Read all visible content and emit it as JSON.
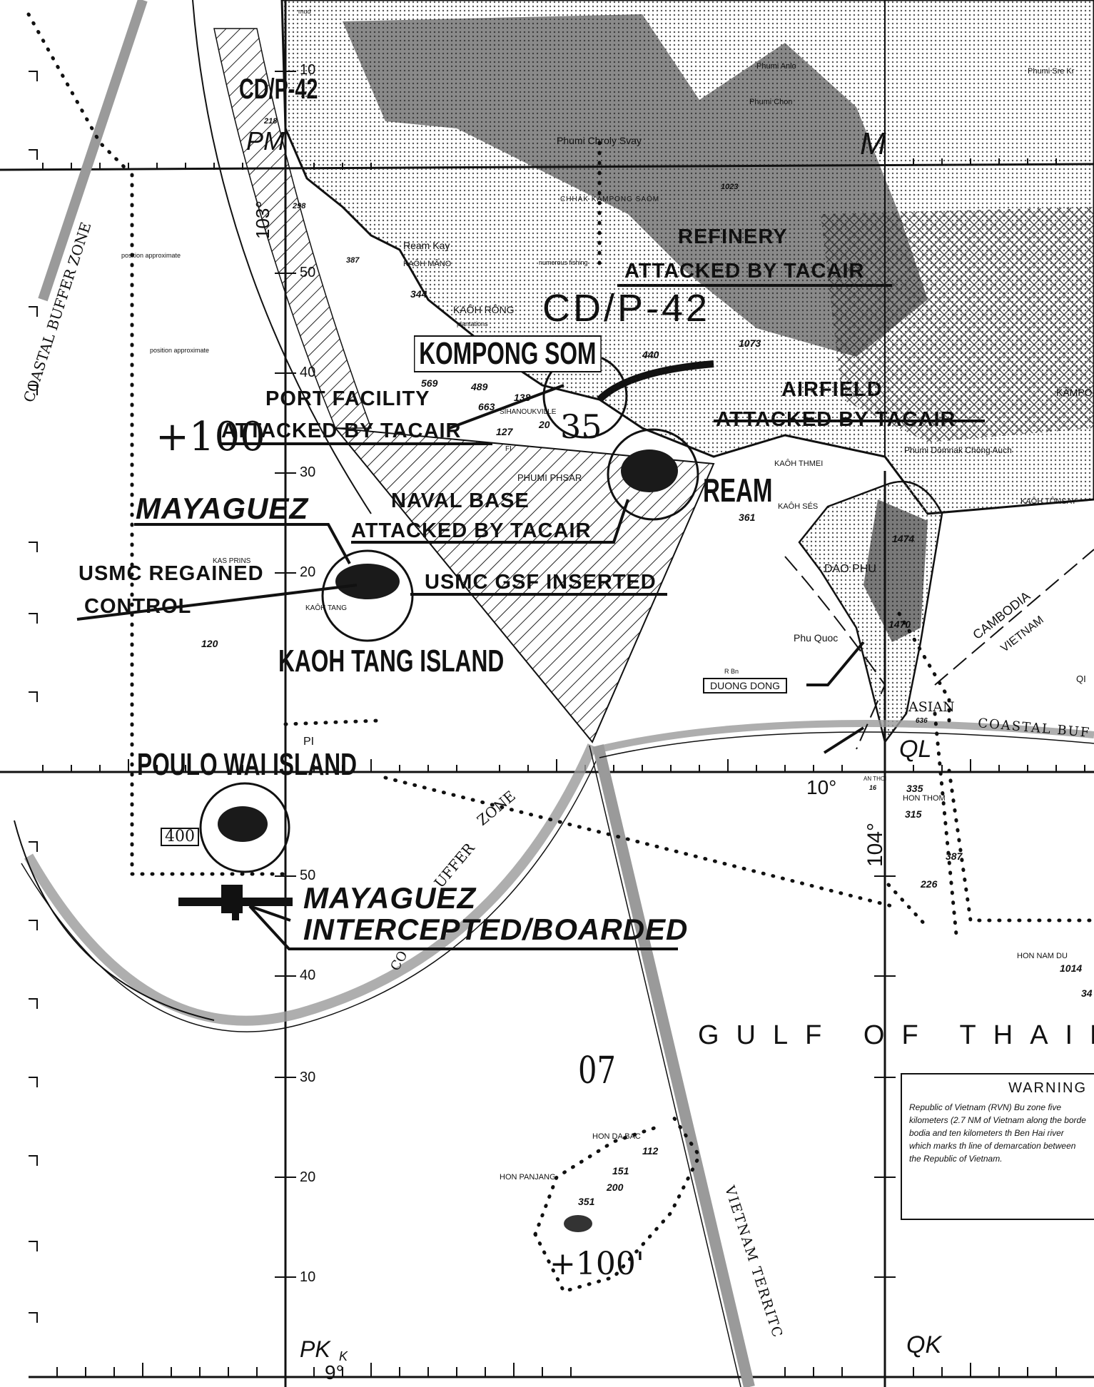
{
  "labels": {
    "cdp42_top": "CD/P-42",
    "cdp42_mid": "CD/P-42",
    "refinery": "REFINERY",
    "refinery_attacked": "ATTACKED BY TACAIR",
    "kompong_som": "KOMPONG SOM",
    "port_facility": "PORT FACILITY",
    "port_attacked": "ATTACKED  BY TACAIR",
    "airfield": "AIRFIELD",
    "airfield_attacked": "ATTACKED BY TACAIR",
    "naval_base": "NAVAL BASE",
    "naval_attacked": "ATTACKED BY TACAIR",
    "ream": "REAM",
    "mayaguez_top": "MAYAGUEZ",
    "usmc_regained_1": "USMC REGAINED",
    "usmc_regained_2": "CONTROL",
    "usmc_gsf": "USMC GSF INSERTED",
    "kaoh_tang": "KAOH TANG ISLAND",
    "poulo_wai": "POULO WAI ISLAND",
    "mayaguez_bottom_1": "MAYAGUEZ",
    "mayaguez_bottom_2": "INTERCEPTED/BOARDED",
    "duong_dong": "DUONG DONG",
    "gulf": "GULF OF THAILA"
  },
  "buffer_zones": {
    "left_vertical": "COASTAL BUFFER ZONE",
    "lower_curve_1": "UFFER",
    "lower_curve_2": "ZONE",
    "lower_curve_3": "CO",
    "right_asian": "ASIAN",
    "right_coastal": "COASTAL BUF",
    "vietnam_territ": "VIETNAM TERRITC",
    "cambodia": "CAMBODIA",
    "vietnam": "VIETNAM"
  },
  "places": {
    "phumi_chroly_svay": "Phumi Chroly Svay",
    "phumi_anlo": "Phumi Anlo",
    "phumi_chon": "Phumi Chon",
    "phumi_sre": "Phumi Sre Kr",
    "kaoh_mano": "KAÔH MÂNO",
    "ream_kay": "Ream Kay",
    "kaoh_rong": "KAÔH RÔNG",
    "plantations": "plantations",
    "numerous_fishing": "numerous fishing",
    "position_approx_1": "position approximate",
    "position_approx_2": "position approximate",
    "sihanoukville": "SIHANOUKVILLE",
    "phumi_phsar": "PHUMI PHSAR",
    "kaoh_thmei": "KAÔH THMEI",
    "kaoh_ses": "KAÔH SÉS",
    "kas_prins": "KAS PRINS",
    "kaoh_tang_small": "KAÔH TANG",
    "phu_quoc": "Phu Quoc",
    "r_bn": "R Bn",
    "dao_phu": "DAO PHU",
    "kampot": "KÂMPO",
    "phumi_domnak": "Phumi Dômnak Chông Auch",
    "kaoh_tonsay": "KAÔH TÔNSAY",
    "hon_thom": "HON THOM",
    "an_thoi": "AN THOI",
    "hon_da_bac": "HON DA BAC",
    "hon_panjang": "HON PANJANG",
    "hon_nam_du": "HON NAM DU",
    "chhak_kampong_saom": "CHHAK KÂMPONG SAÔM",
    "pi": "PI",
    "fi": "FI",
    "qi": "QI",
    "mud": "mud"
  },
  "elevations": [
    "218",
    "298",
    "387",
    "344",
    "569",
    "489",
    "663",
    "138",
    "127",
    "20",
    "440",
    "1023",
    "1073",
    "361",
    "1474",
    "1470",
    "636",
    "335",
    "315",
    "387",
    "226",
    "1014",
    "112",
    "151",
    "200",
    "351",
    "120",
    "400",
    "34",
    "16"
  ],
  "grid": {
    "pm": "PM",
    "m_right": "M",
    "pk": "PK",
    "k_sub": "K",
    "qk": "QK",
    "ql": "QL",
    "lat_9": "9°",
    "lat_10": "10°",
    "lon_103": "103°",
    "lon_104": "104°",
    "plus100_top": "+100",
    "plus100_bottom": "+100'",
    "q07": "07",
    "square_35": "35",
    "ticks_left": [
      "10",
      "50",
      "40",
      "30",
      "20",
      "50",
      "40",
      "30",
      "20",
      "10"
    ]
  },
  "warning": {
    "title": "WARNING",
    "body": "Republic of Vietnam (RVN) Bu zone five kilometers (2.7 NM of Vietnam along the borde bodia and ten kilometers th Ben Hai river which marks th line of demarcation between the Republic of Vietnam."
  },
  "colors": {
    "ink": "#111111",
    "paper": "#ffffff",
    "hatch": "#222222",
    "buffer": "#9a9a9a"
  }
}
